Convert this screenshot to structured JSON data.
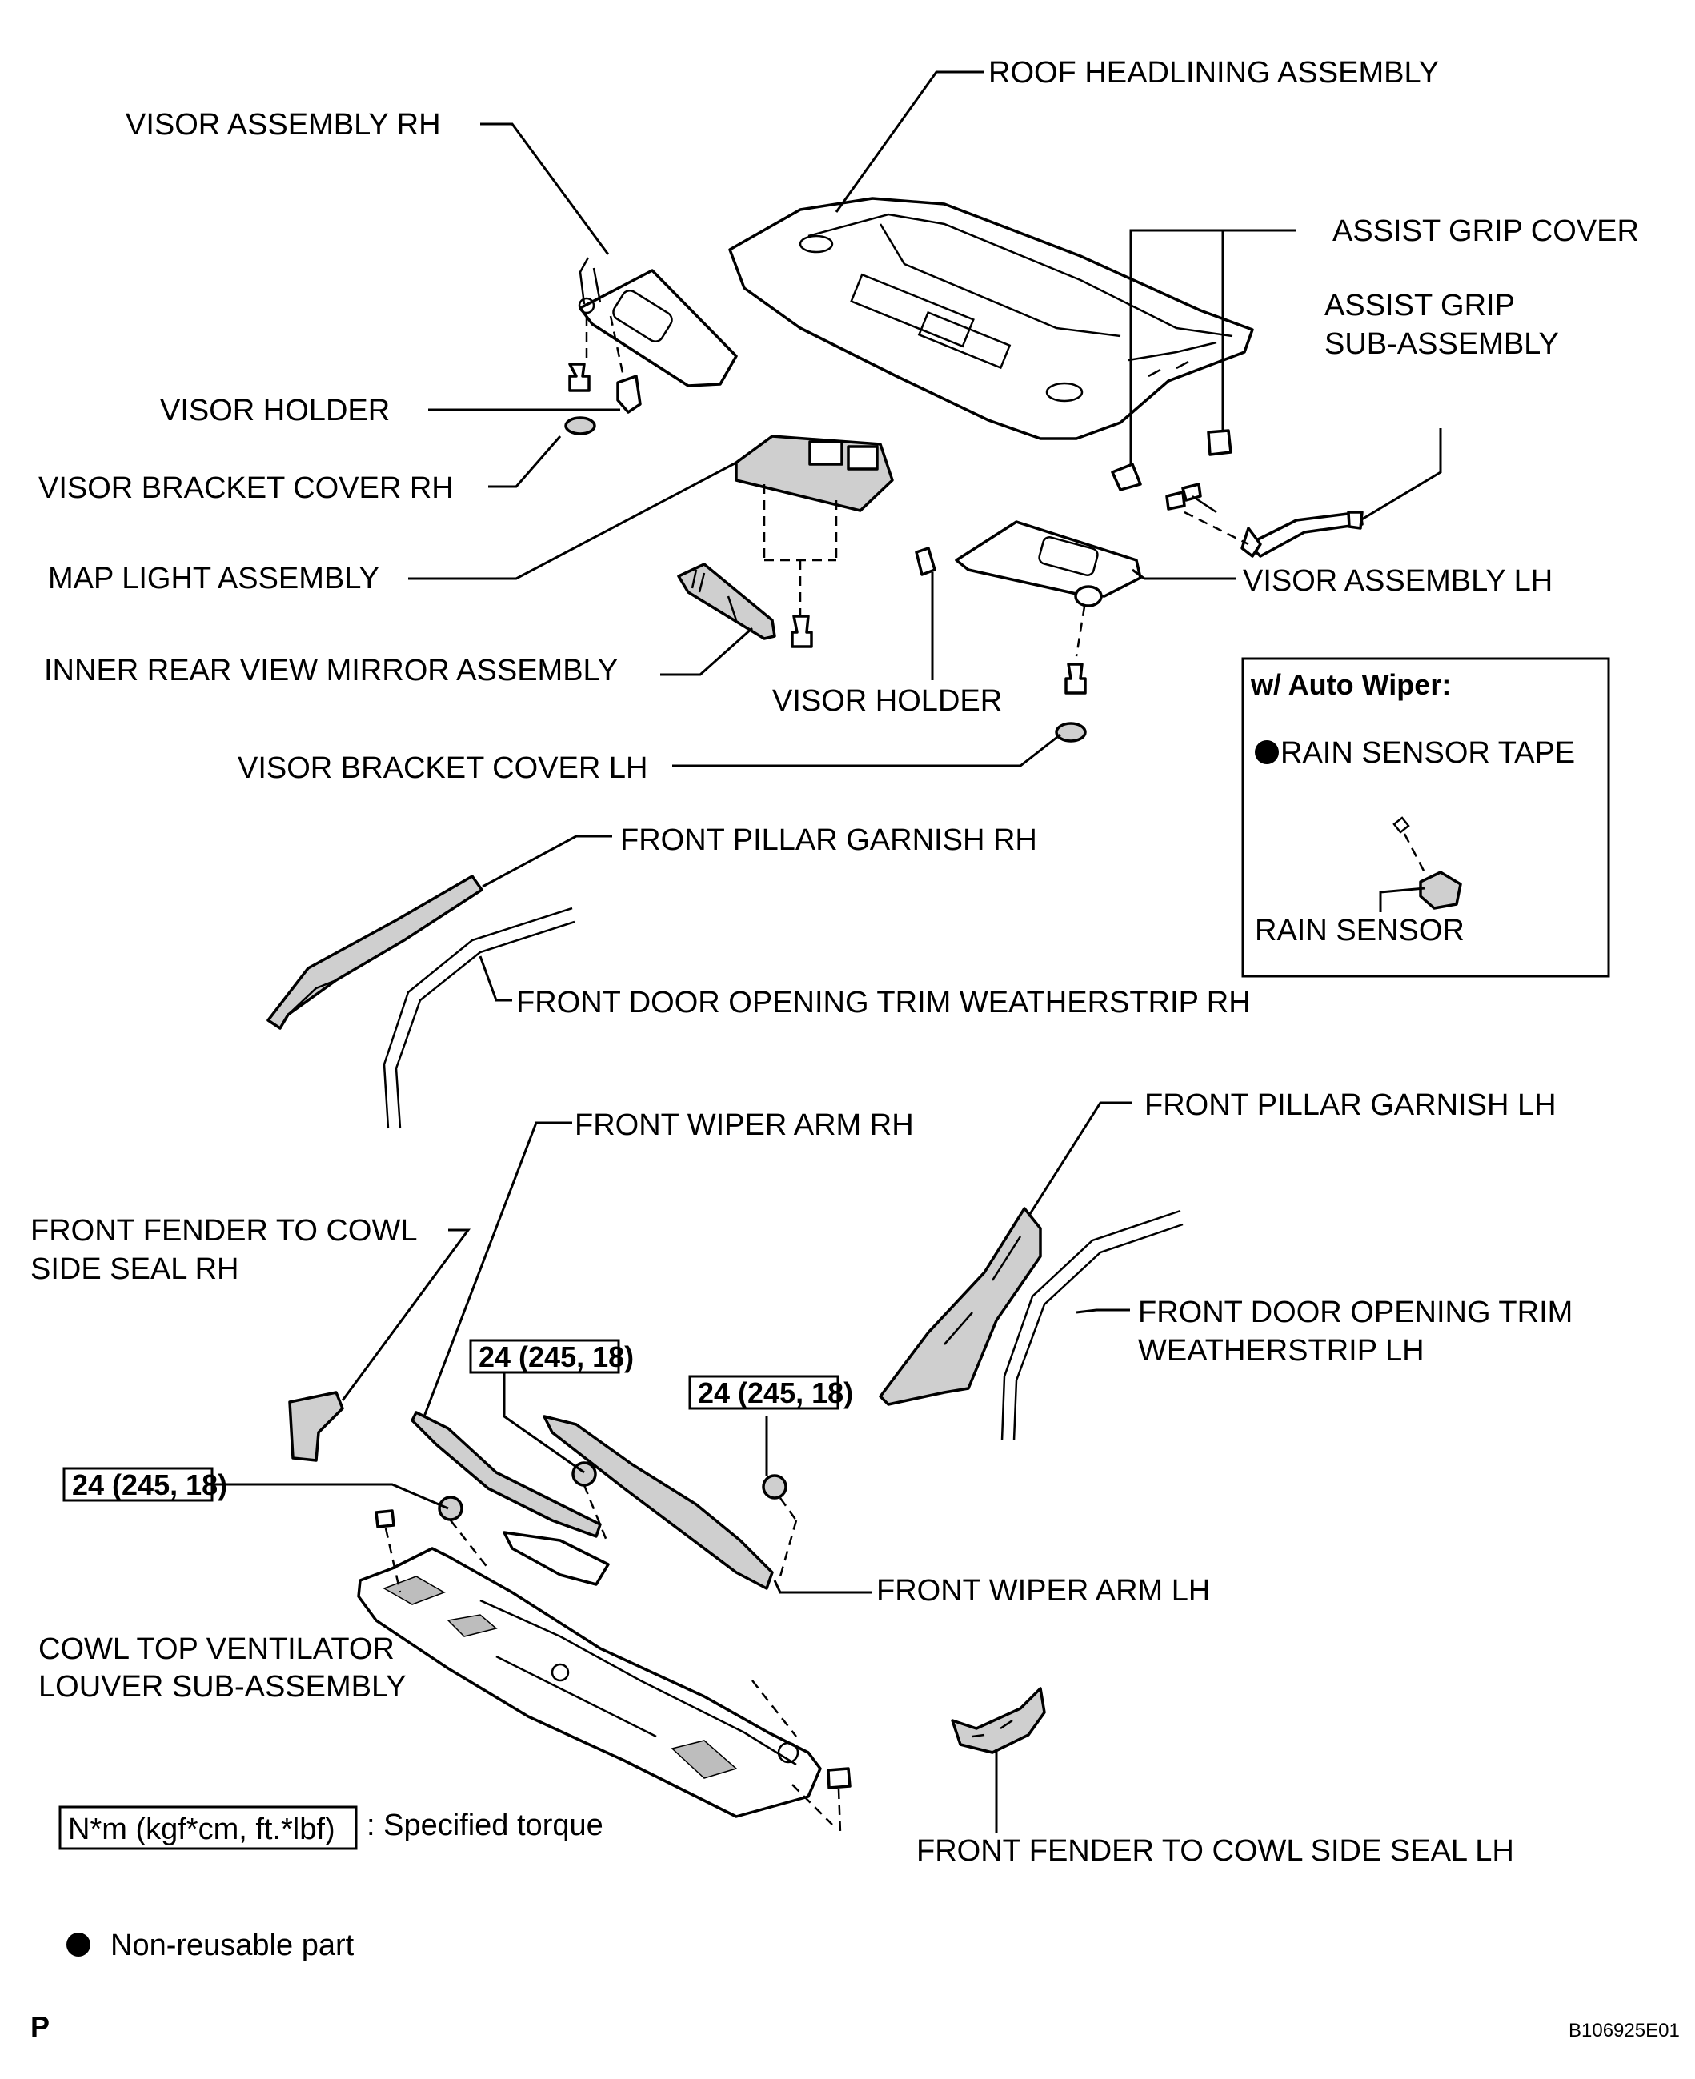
{
  "labels": {
    "roof_headlining": "ROOF HEADLINING ASSEMBLY",
    "visor_assembly_rh": "VISOR ASSEMBLY RH",
    "assist_grip_cover": "ASSIST GRIP COVER",
    "assist_grip_sub_1": "ASSIST GRIP",
    "assist_grip_sub_2": "SUB-ASSEMBLY",
    "visor_holder_1": "VISOR HOLDER",
    "visor_bracket_cover_rh": "VISOR BRACKET COVER RH",
    "map_light": "MAP LIGHT ASSEMBLY",
    "visor_assembly_lh": "VISOR ASSEMBLY LH",
    "inner_mirror": "INNER REAR VIEW MIRROR ASSEMBLY",
    "visor_holder_2": "VISOR HOLDER",
    "visor_bracket_cover_lh": "VISOR BRACKET COVER LH",
    "front_pillar_garnish_rh": "FRONT PILLAR GARNISH RH",
    "door_weatherstrip_rh": "FRONT DOOR OPENING TRIM WEATHERSTRIP RH",
    "front_wiper_arm_rh": "FRONT WIPER ARM RH",
    "front_pillar_garnish_lh": "FRONT PILLAR GARNISH LH",
    "fender_seal_rh_1": "FRONT FENDER TO COWL",
    "fender_seal_rh_2": "SIDE SEAL RH",
    "door_weatherstrip_lh_1": "FRONT DOOR OPENING TRIM",
    "door_weatherstrip_lh_2": "WEATHERSTRIP LH",
    "front_wiper_arm_lh": "FRONT WIPER ARM LH",
    "cowl_louver_1": "COWL TOP VENTILATOR",
    "cowl_louver_2": "LOUVER SUB-ASSEMBLY",
    "fender_seal_lh": "FRONT FENDER TO COWL SIDE SEAL LH"
  },
  "torque": {
    "value_1": "24 (245, 18)",
    "value_2": "24 (245, 18)",
    "value_3": "24 (245, 18)"
  },
  "inset": {
    "title": "w/ Auto Wiper:",
    "rain_sensor_tape": "RAIN SENSOR TAPE",
    "rain_sensor": "RAIN SENSOR"
  },
  "legend": {
    "torque_unit": "N*m (kgf*cm, ft.*lbf)",
    "torque_desc": ": Specified torque",
    "non_reusable": "Non-reusable part"
  },
  "footer": {
    "section_code": "P",
    "figure_id": "B106925E01"
  }
}
